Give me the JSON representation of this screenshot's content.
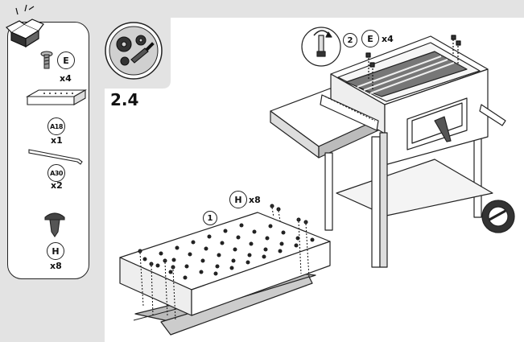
{
  "step": {
    "number": "2.4"
  },
  "parts": [
    {
      "label": "E",
      "qty": "x4"
    },
    {
      "label": "A18",
      "qty": "x1"
    },
    {
      "label": "A30",
      "qty": "x2"
    },
    {
      "label": "H",
      "qty": "x8"
    }
  ],
  "callouts": {
    "top_step": "2",
    "top_part": "E",
    "top_qty": "x4",
    "bottom_step": "1",
    "bottom_part": "H",
    "bottom_qty": "x8"
  }
}
